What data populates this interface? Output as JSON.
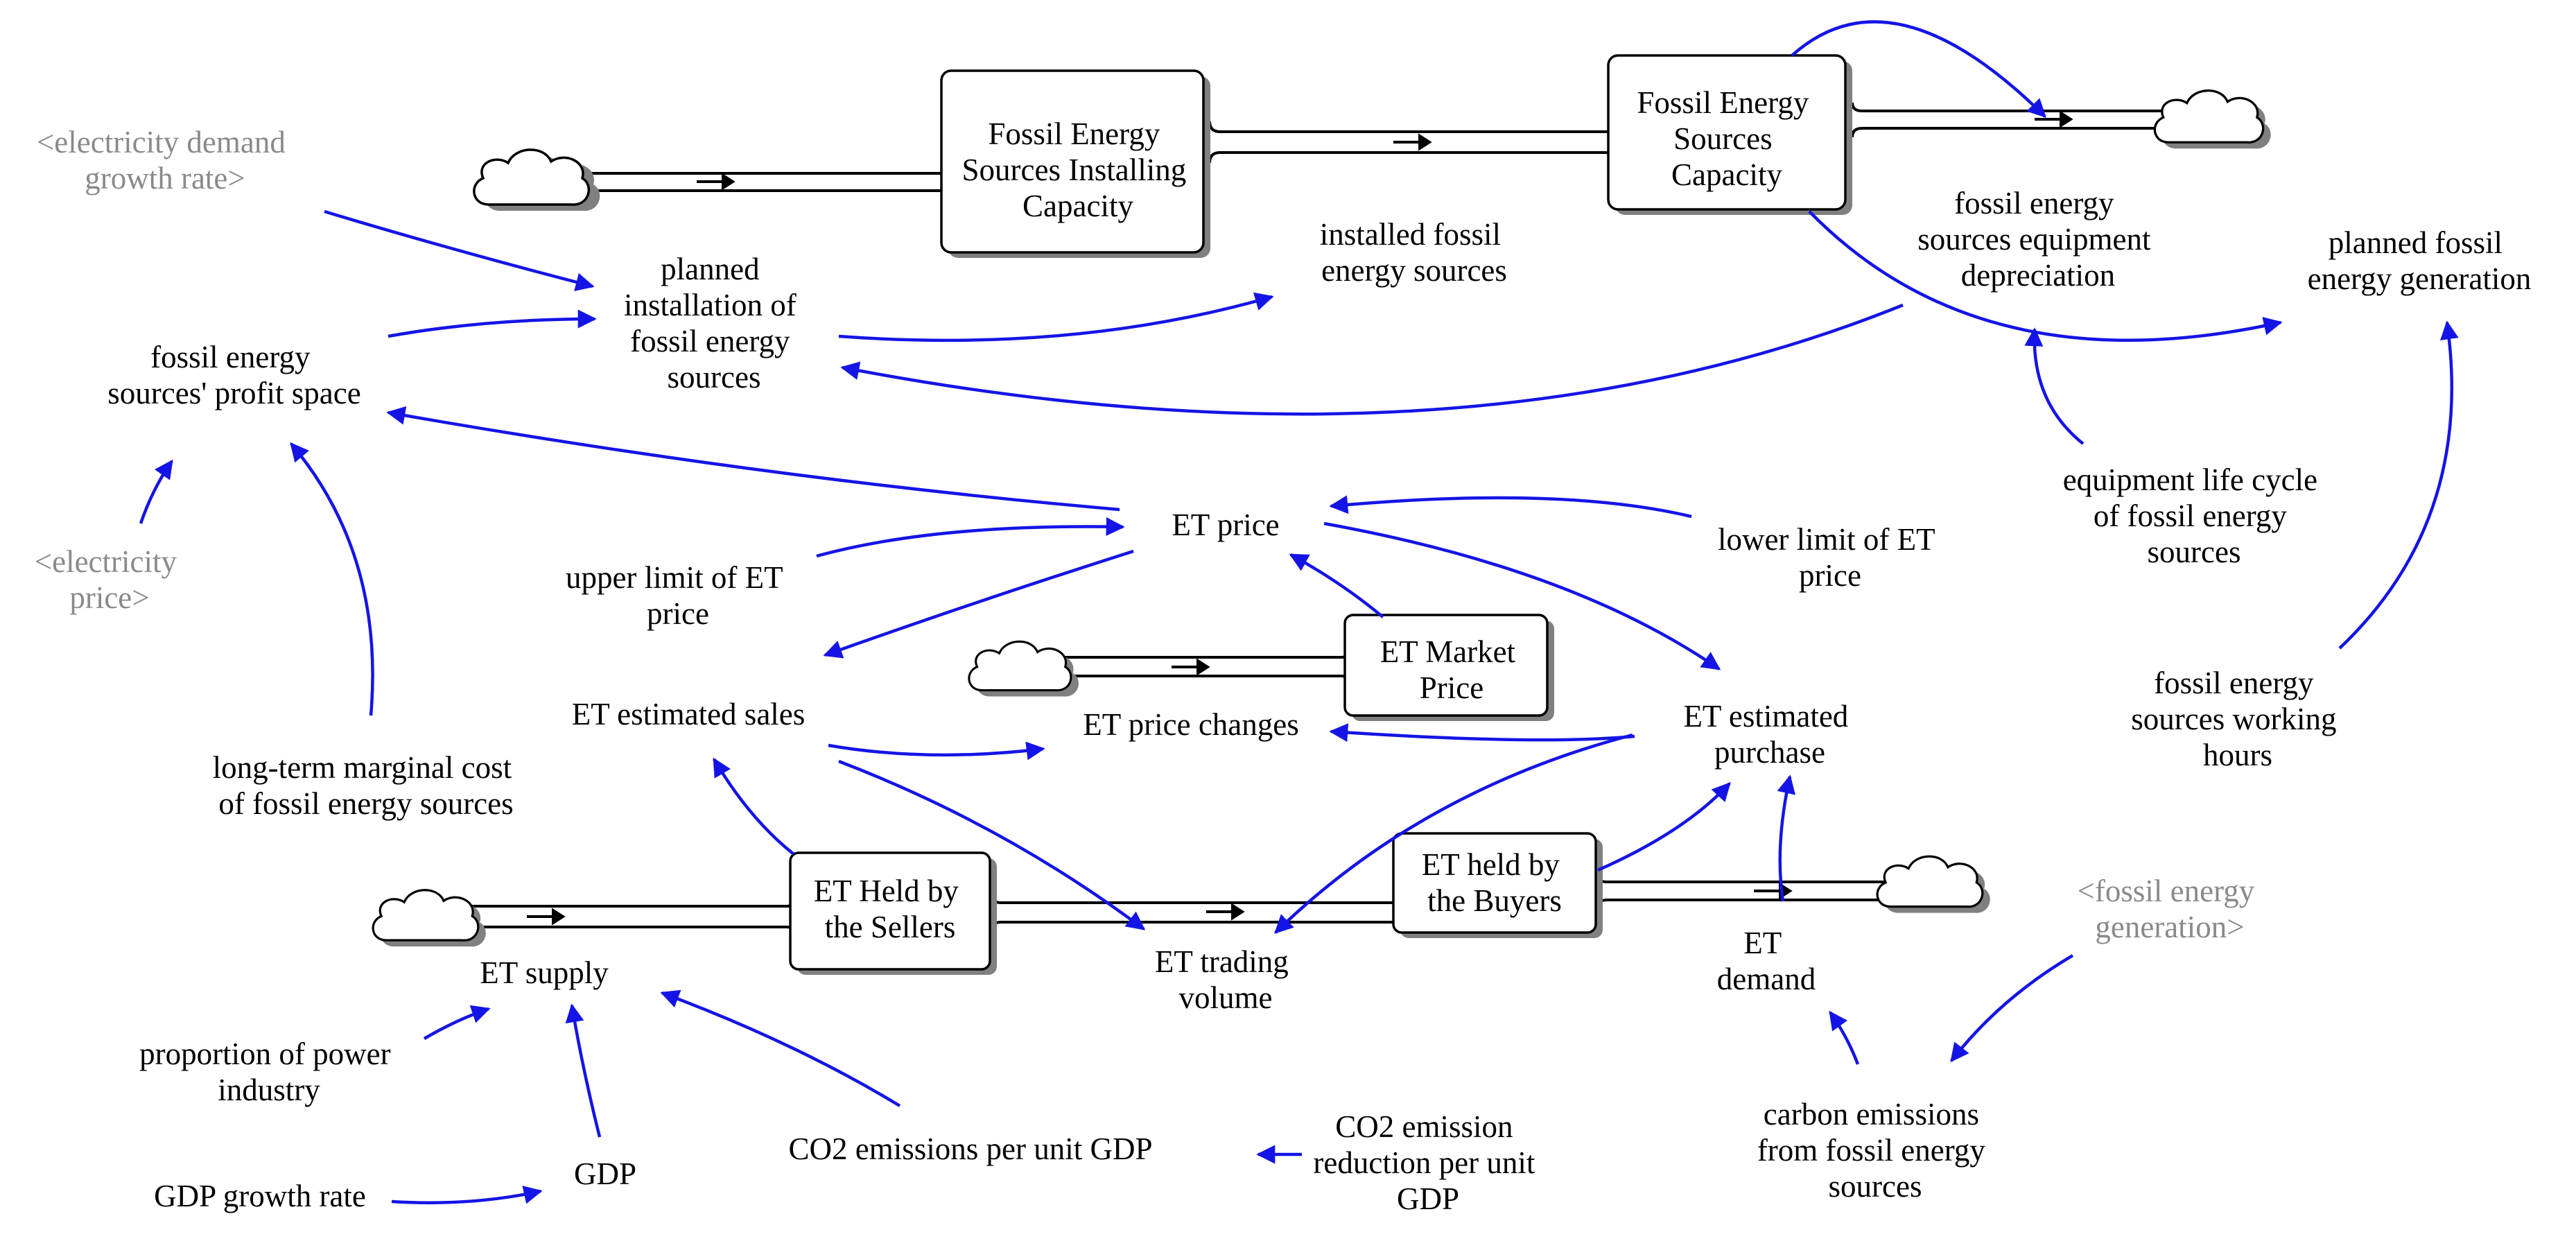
{
  "stocks": {
    "fossil_installing": [
      "Fossil Energy",
      "Sources Installing",
      "Capacity"
    ],
    "fossil_capacity": [
      "Fossil Energy",
      "Sources",
      "Capacity"
    ],
    "et_market_price": [
      "ET Market",
      "Price"
    ],
    "et_sellers": [
      "ET Held by",
      "the Sellers"
    ],
    "et_buyers": [
      "ET held by",
      "the Buyers"
    ]
  },
  "variables": {
    "electricity_demand_growth": [
      "<electricity demand",
      "growth rate>"
    ],
    "planned_installation": [
      "planned",
      "installation of",
      "fossil energy",
      "sources"
    ],
    "installed_fossil": [
      "installed fossil",
      "energy sources"
    ],
    "depreciation": [
      "fossil energy",
      "sources equipment",
      "depreciation"
    ],
    "planned_generation": [
      "planned fossil",
      "energy generation"
    ],
    "profit_space": [
      "fossil energy",
      "sources' profit space"
    ],
    "electricity_price": [
      "<electricity",
      "price>"
    ],
    "et_price": [
      "ET price"
    ],
    "upper_limit": [
      "upper limit of ET",
      "price"
    ],
    "lower_limit": [
      "lower limit of ET",
      "price"
    ],
    "equipment_life": [
      "equipment life cycle",
      "of fossil energy",
      "sources"
    ],
    "working_hours": [
      "fossil energy",
      "sources working",
      "hours"
    ],
    "et_estimated_sales": [
      "ET estimated sales"
    ],
    "et_price_changes": [
      "ET price changes"
    ],
    "et_estimated_purchase": [
      "ET estimated",
      "purchase"
    ],
    "long_term_cost": [
      "long-term marginal cost",
      "of fossil energy sources"
    ],
    "et_supply": [
      "ET supply"
    ],
    "et_trading_volume": [
      "ET trading",
      "volume"
    ],
    "et_demand": [
      "ET",
      "demand"
    ],
    "fossil_generation": [
      "<fossil energy",
      "generation>"
    ],
    "proportion_power": [
      "proportion of power",
      "industry"
    ],
    "gdp": [
      "GDP"
    ],
    "gdp_growth": [
      "GDP growth rate"
    ],
    "co2_per_gdp": [
      "CO2 emissions per unit GDP"
    ],
    "co2_reduction": [
      "CO2 emission",
      "reduction per unit",
      "GDP"
    ],
    "carbon_emissions": [
      "carbon emissions",
      "from fossil energy",
      "sources"
    ]
  },
  "colors": {
    "link": "#1414e6",
    "stock_border": "#000000",
    "shadow_variable": "#8a8a8a"
  }
}
